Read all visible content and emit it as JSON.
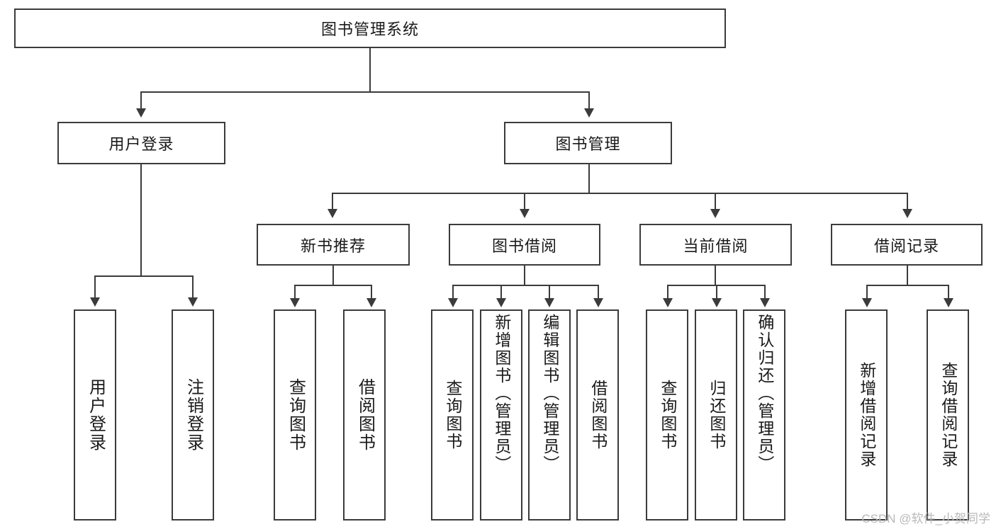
{
  "diagram": {
    "title_node": {
      "label": "图书管理系统"
    },
    "level2": [
      {
        "label": "用户登录"
      },
      {
        "label": "图书管理"
      }
    ],
    "level3": [
      {
        "label": "新书推荐"
      },
      {
        "label": "图书借阅"
      },
      {
        "label": "当前借阅"
      },
      {
        "label": "借阅记录"
      }
    ],
    "leaves": {
      "user_login": [
        {
          "label": "用户登录"
        },
        {
          "label": "注销登录"
        }
      ],
      "new_book_recommend": [
        {
          "label": "查询图书"
        },
        {
          "label": "借阅图书"
        }
      ],
      "book_borrow": [
        {
          "label": "查询图书"
        },
        {
          "label": "新增图书（管理员）"
        },
        {
          "label": "编辑图书（管理员）"
        },
        {
          "label": "借阅图书"
        }
      ],
      "current_borrow": [
        {
          "label": "查询图书"
        },
        {
          "label": "归还图书"
        },
        {
          "label": "确认归还（管理员）"
        }
      ],
      "borrow_record": [
        {
          "label": "新增借阅记录"
        },
        {
          "label": "查询借阅记录"
        }
      ]
    }
  },
  "watermark": {
    "text": "CSDN @软件_小贺同学"
  },
  "colors": {
    "stroke": "#3b3b3b",
    "background": "#ffffff",
    "text": "#1a1a1a",
    "watermark": "#b9b9b9"
  }
}
